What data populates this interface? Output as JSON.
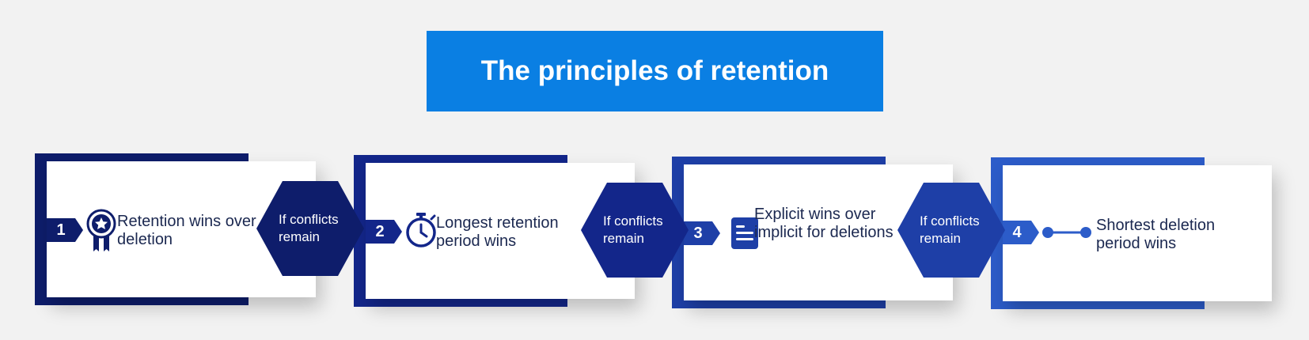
{
  "title": "The principles of retention",
  "steps": [
    {
      "number": "1",
      "label": "Retention wins over deletion",
      "icon": "award-ribbon-icon",
      "color": "#0e1d6b"
    },
    {
      "number": "2",
      "label": "Longest retention period wins",
      "icon": "stopwatch-icon",
      "color": "#13268a"
    },
    {
      "number": "3",
      "label": "Explicit wins over implicit for deletions",
      "icon": "document-icon",
      "color": "#1e3fa7"
    },
    {
      "number": "4",
      "label": "Shortest deletion period wins",
      "icon": "connector-icon",
      "color": "#2c5cc9"
    }
  ],
  "connectors": [
    {
      "label": "If conflicts remain",
      "color": "#0e1d6b"
    },
    {
      "label": "If conflicts remain",
      "color": "#13268a"
    },
    {
      "label": "If conflicts remain",
      "color": "#1e3fa7"
    }
  ]
}
